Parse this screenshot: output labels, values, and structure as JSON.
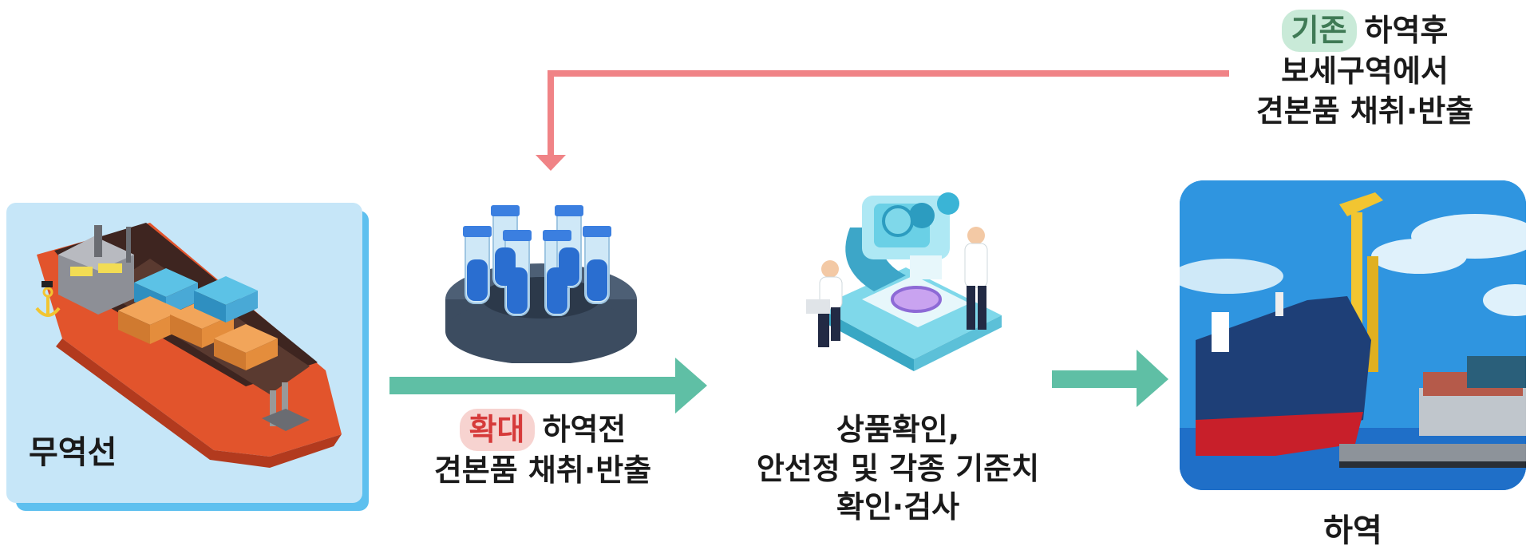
{
  "ship": {
    "label": "무역선"
  },
  "before": {
    "badge": "확대",
    "title": "하역전",
    "sub": "견본품 채취·반출",
    "badge_color": "#d63a3a",
    "badge_bg": "#f7d3d0"
  },
  "inspect": {
    "line1": "상품확인,",
    "line2": "안선정 및 각종 기준치",
    "line3": "확인·검사"
  },
  "existing": {
    "badge": "기존",
    "title": "하역후",
    "line2": "보세구역에서",
    "line3": "견본품 채취·반출",
    "badge_color": "#3f7a55",
    "badge_bg": "#c9ead8"
  },
  "unload": {
    "label": "하역"
  },
  "colors": {
    "flow_arrow": "#5fbfa5",
    "return_arrow": "#f08386",
    "ship_panel": "#c6e6f8",
    "ship_panel_shadow": "#5ec0ef"
  }
}
